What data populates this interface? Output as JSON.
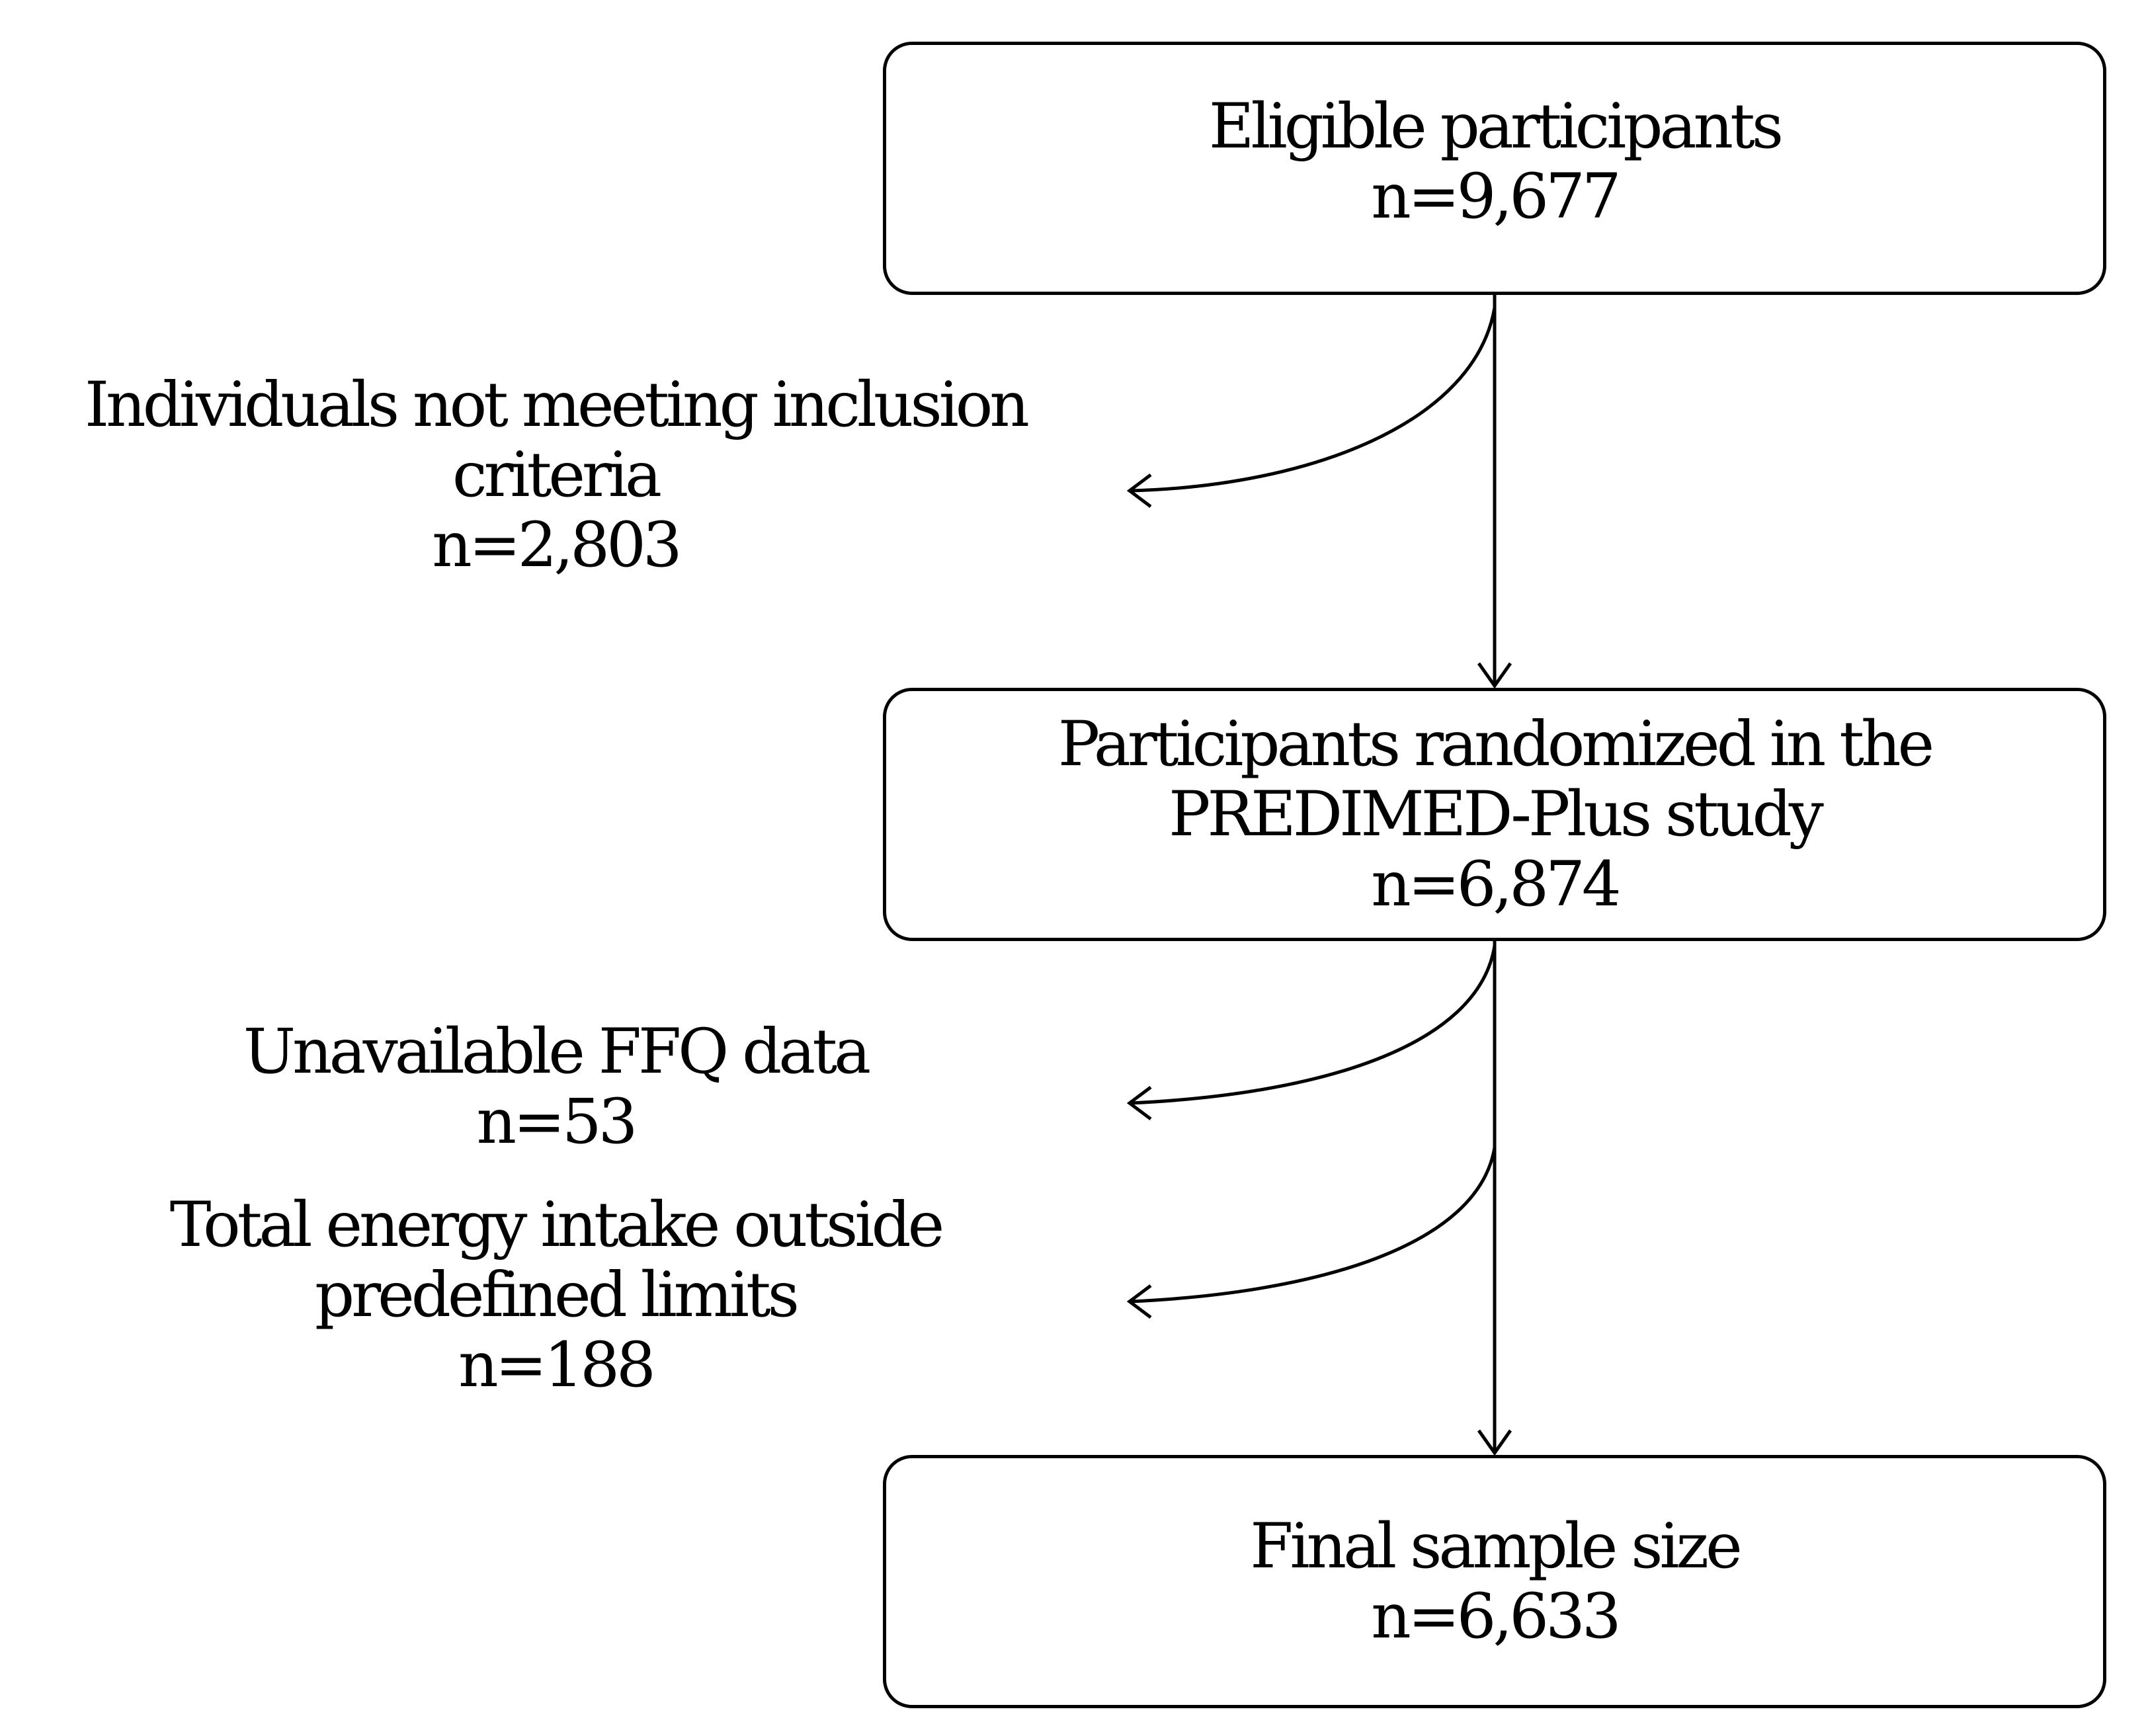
{
  "boxes": [
    {
      "lines": [
        "Eligible participants",
        "n=9,677"
      ]
    },
    {
      "lines": [
        "Participants randomized in the",
        "PREDIMED-Plus study",
        "n=6,874"
      ]
    },
    {
      "lines": [
        "Final sample size",
        "n=6,633"
      ]
    }
  ],
  "exclusions": [
    {
      "lines": [
        "Individuals not meeting inclusion",
        "criteria",
        "n=2,803"
      ]
    },
    {
      "lines": [
        "Unavailable FFQ data",
        "n=53"
      ]
    },
    {
      "lines": [
        "Total energy intake outside",
        "predefined limits",
        "n=188"
      ]
    }
  ],
  "colors": {
    "line": "#000000",
    "background": "#ffffff"
  }
}
